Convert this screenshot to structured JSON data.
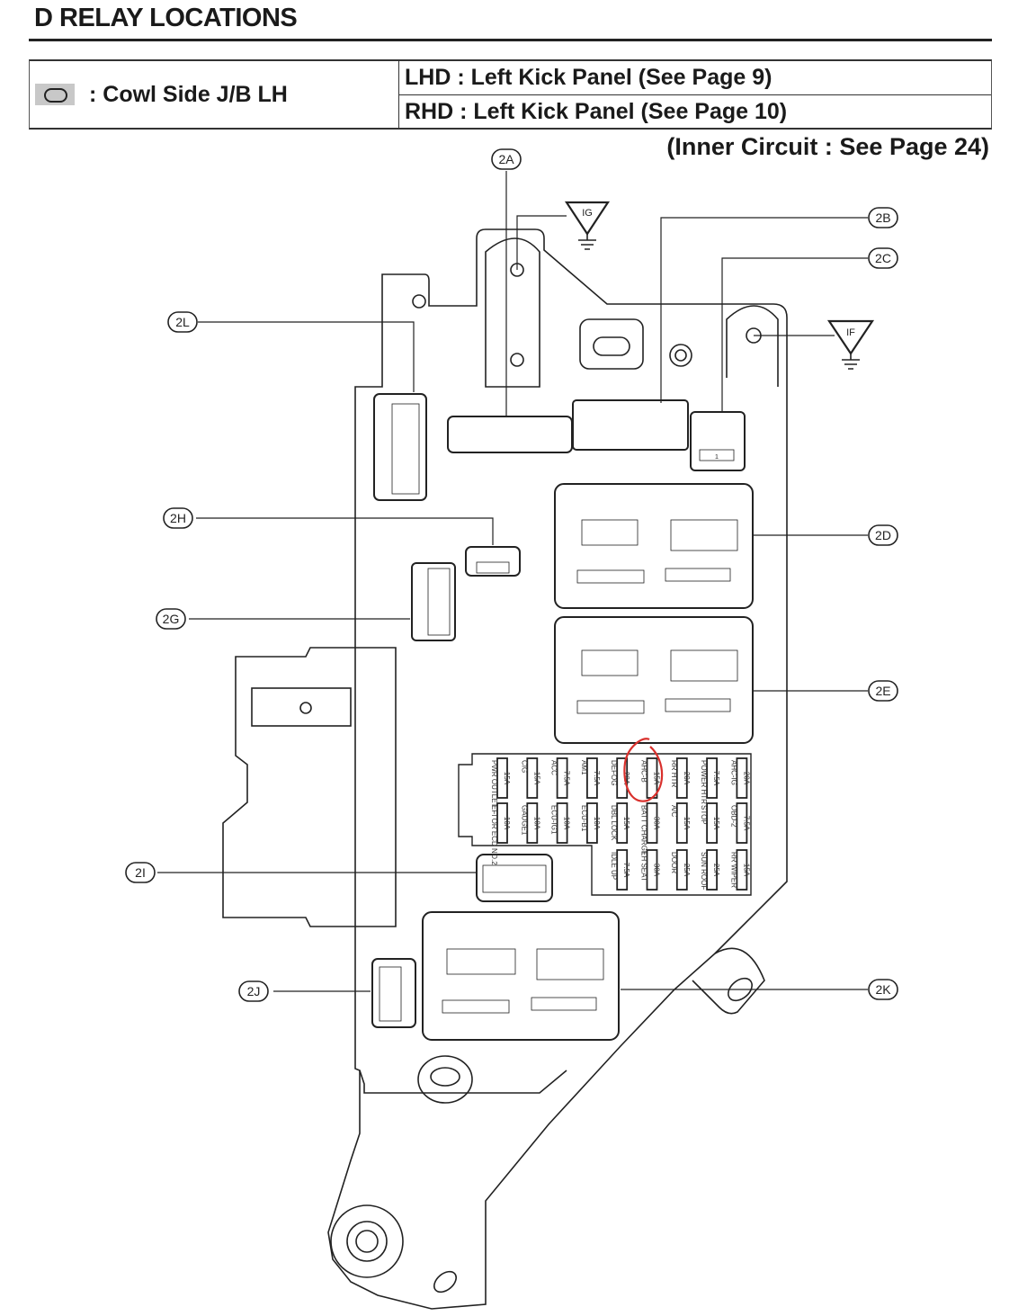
{
  "header": {
    "title": "D  RELAY LOCATIONS"
  },
  "legend": {
    "symbol_icon": "rounded-rect-icon",
    "location_label": ": Cowl Side J/B LH",
    "lhd_label": "LHD : Left Kick Panel (See Page 9)",
    "rhd_label": "RHD : Left Kick Panel (See Page 10)",
    "inner_circuit_note": "(Inner Circuit : See Page 24)"
  },
  "connectors": {
    "2A": "2A",
    "2B": "2B",
    "2C": "2C",
    "2D": "2D",
    "2E": "2E",
    "2G": "2G",
    "2H": "2H",
    "2I": "2I",
    "2J": "2J",
    "2K": "2K",
    "2L": "2L"
  },
  "grounds": {
    "ig": "IG",
    "if": "IF"
  },
  "fuses": {
    "row1": [
      {
        "name": "PWR OUTLET",
        "rating": "15A"
      },
      {
        "name": "CIG",
        "rating": "15A"
      },
      {
        "name": "ACC",
        "rating": "7.5A"
      },
      {
        "name": "AM1",
        "rating": "7.5A"
      },
      {
        "name": "DEFOG",
        "rating": "20A"
      },
      {
        "name": "AHC-B",
        "rating": "15A",
        "highlighted": true
      },
      {
        "name": "RR HTR",
        "rating": "20A"
      },
      {
        "name": "POWER HTR",
        "rating": "7.5A"
      },
      {
        "name": "AHC-IG",
        "rating": "20A"
      }
    ],
    "row2": [
      {
        "name": "EFI OR ECD NO.2",
        "rating": "10A"
      },
      {
        "name": "GAUGE1",
        "rating": "10A"
      },
      {
        "name": "ECU-IG1",
        "rating": "10A"
      },
      {
        "name": "ECU-B1",
        "rating": "10A"
      },
      {
        "name": "DBL LOCK",
        "rating": "15A"
      },
      {
        "name": "BATT CHARGE",
        "rating": "30A"
      },
      {
        "name": "A/C",
        "rating": "15A"
      },
      {
        "name": "STOP",
        "rating": "15A"
      },
      {
        "name": "OBD-2",
        "rating": "7.5A"
      }
    ],
    "row3": [
      {
        "name": "IDLE UP",
        "rating": "7.5A"
      },
      {
        "name": "LH SEAT",
        "rating": "30A"
      },
      {
        "name": "DOOR",
        "rating": "25A"
      },
      {
        "name": "SUN ROOF",
        "rating": "25A"
      },
      {
        "name": "RR WIPER",
        "rating": "15A"
      }
    ]
  },
  "highlight_color": "#d9302c"
}
